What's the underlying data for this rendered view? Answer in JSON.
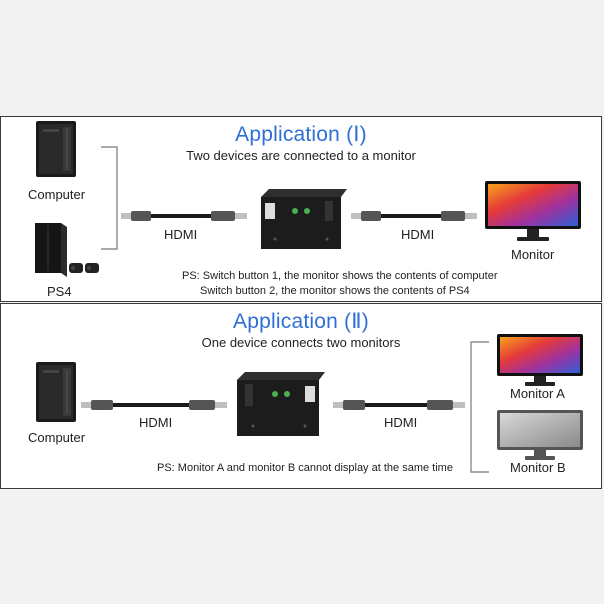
{
  "app1": {
    "title": "Application (Ⅰ)",
    "subtitle": "Two devices are connected to a monitor",
    "labels": {
      "computer": "Computer",
      "ps4": "PS4",
      "hdmi_left": "HDMI",
      "hdmi_right": "HDMI",
      "monitor": "Monitor"
    },
    "ps_line1": "PS: Switch button 1, the monitor shows the contents of computer",
    "ps_line2": "Switch button 2, the monitor shows the contents of PS4"
  },
  "app2": {
    "title": "Application (Ⅱ)",
    "subtitle": "One device connects two monitors",
    "labels": {
      "computer": "Computer",
      "hdmi_left": "HDMI",
      "hdmi_right": "HDMI",
      "monitor_a": "Monitor A",
      "monitor_b": "Monitor B"
    },
    "ps": "PS: Monitor A and monitor B cannot display at the same time"
  },
  "colors": {
    "title_blue": "#2e6fd4",
    "panel_border": "#3a3a3a",
    "device_black": "#1c1c1c"
  }
}
